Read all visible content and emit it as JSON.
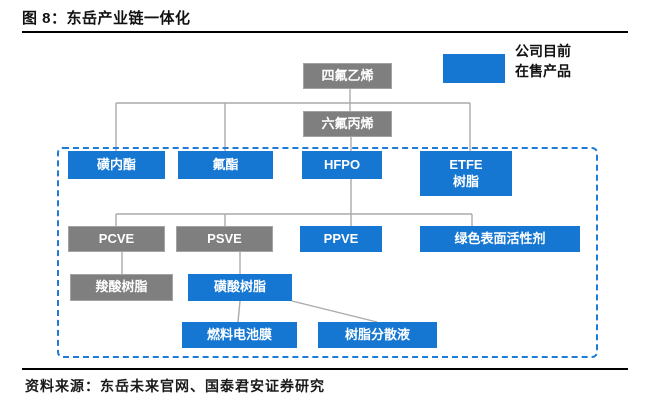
{
  "title": "图 8：东岳产业链一体化",
  "legend": {
    "label": "公司目前\n在售产品",
    "swatch_color": "#1577D2"
  },
  "colors": {
    "product_blue": "#1577D2",
    "intermediate_gray": "#7F7F7F",
    "connector_gray": "#AAAAAA",
    "dashed_border_blue": "#1E7BD7"
  },
  "nodes": {
    "tfe": {
      "label": "四氟乙烯",
      "type": "gray"
    },
    "hfp": {
      "label": "六氟丙烯",
      "type": "gray"
    },
    "sultone": {
      "label": "磺内酯",
      "type": "blue"
    },
    "fluoroester": {
      "label": "氟酯",
      "type": "blue"
    },
    "hfpo": {
      "label": "HFPO",
      "type": "blue"
    },
    "etfe": {
      "label": "ETFE 树脂",
      "line1": "ETFE",
      "line2": "树脂",
      "type": "blue"
    },
    "pcve": {
      "label": "PCVE",
      "type": "gray"
    },
    "psve": {
      "label": "PSVE",
      "type": "gray"
    },
    "ppve": {
      "label": "PPVE",
      "type": "blue"
    },
    "green_surfactant": {
      "label": "绿色表面活性剂",
      "type": "blue"
    },
    "carboxylic_resin": {
      "label": "羧酸树脂",
      "type": "gray"
    },
    "sulfonic_resin": {
      "label": "磺酸树脂",
      "type": "blue"
    },
    "fuel_cell_membrane": {
      "label": "燃料电池膜",
      "type": "blue"
    },
    "resin_dispersion": {
      "label": "树脂分散液",
      "type": "blue"
    }
  },
  "edges": [
    "四氟乙烯→磺内酯",
    "四氟乙烯→氟酯",
    "四氟乙烯→六氟丙烯",
    "四氟乙烯→ETFE树脂",
    "六氟丙烯→HFPO",
    "HFPO→PCVE",
    "HFPO→PSVE",
    "HFPO→PPVE",
    "HFPO→绿色表面活性剂",
    "PCVE→羧酸树脂",
    "PSVE→磺酸树脂",
    "磺酸树脂→燃料电池膜",
    "磺酸树脂→树脂分散液"
  ],
  "source": "资料来源：东岳未来官网、国泰君安证券研究"
}
